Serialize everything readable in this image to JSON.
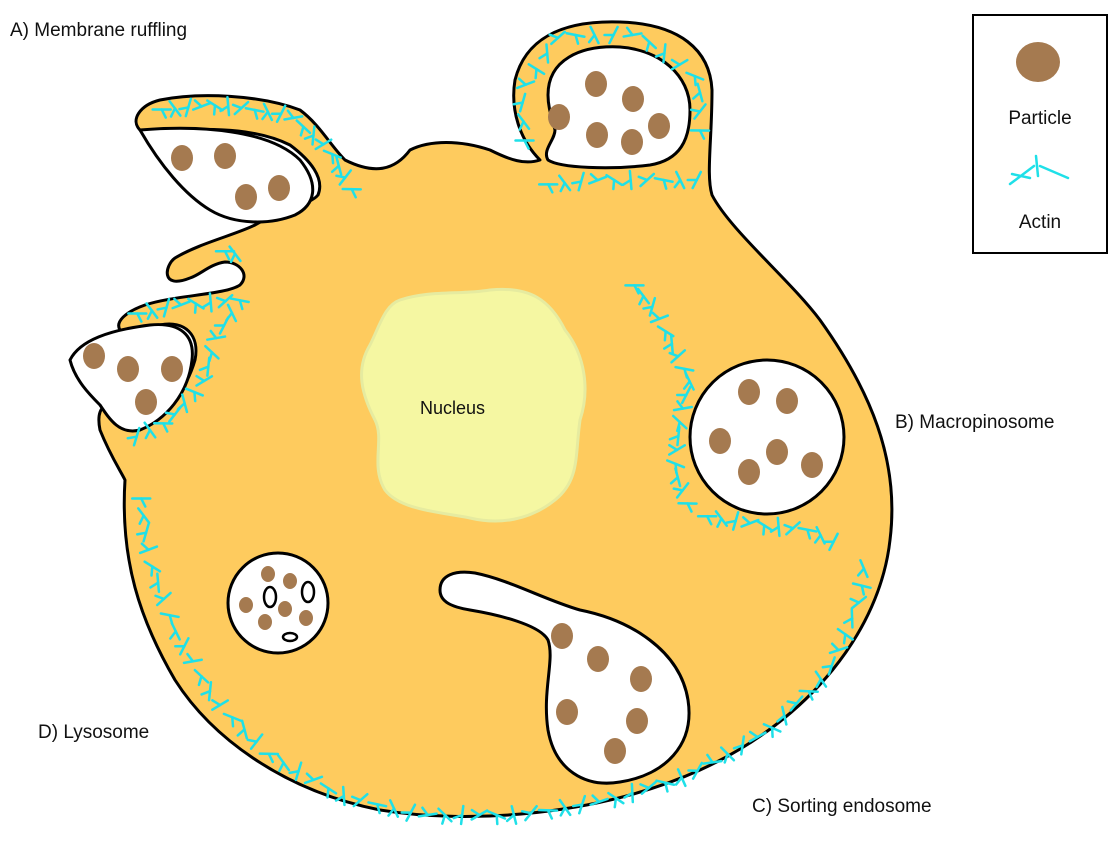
{
  "labels": {
    "membrane_ruffling": "A) Membrane ruffling",
    "macropinosome": "B) Macropinosome",
    "sorting_endosome": "C) Sorting endosome",
    "lysosome": "D) Lysosome",
    "nucleus": "Nucleus"
  },
  "legend": {
    "particle": "Particle",
    "actin": "Actin"
  },
  "colors": {
    "cytoplasm": "#FECB5E",
    "nucleus": "#F5F7A2",
    "particle": "#A57A50",
    "actin": "#1FE0E8",
    "outline": "#000000"
  }
}
